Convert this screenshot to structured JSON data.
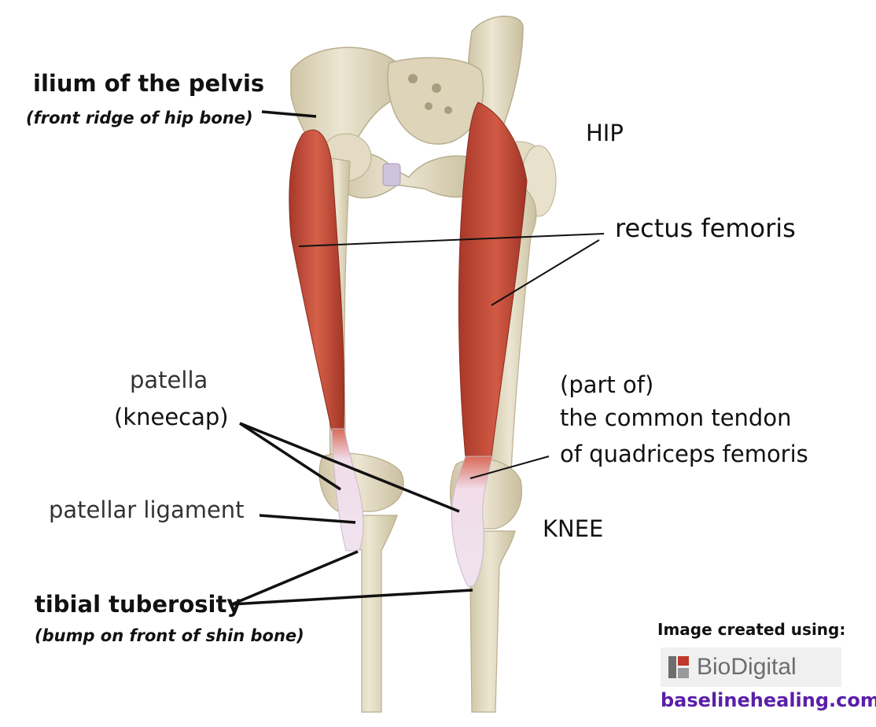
{
  "labels": {
    "ilium": "ilium of the pelvis",
    "ilium_sub": "(front ridge of hip bone)",
    "hip": "HIP",
    "rectus": "rectus femoris",
    "patella": "patella",
    "kneecap": "(kneecap)",
    "tendon_1": "(part of)",
    "tendon_2": "the common tendon",
    "tendon_3": "of quadriceps femoris",
    "patellar_ligament": "patellar ligament",
    "knee": "KNEE",
    "tibial": "tibial tuberosity",
    "tibial_sub": "(bump on front of shin bone)"
  },
  "credit": {
    "created_using": "Image created using:",
    "brand": "BioDigital",
    "site": "baselinehealing.com"
  },
  "colors": {
    "bone": "#e6dfc8",
    "bone_shade": "#c9bf9f",
    "muscle": "#c8503a",
    "muscle_dark": "#9e3324",
    "tendon": "#eee2ee",
    "site_text": "#5a1fa8"
  }
}
